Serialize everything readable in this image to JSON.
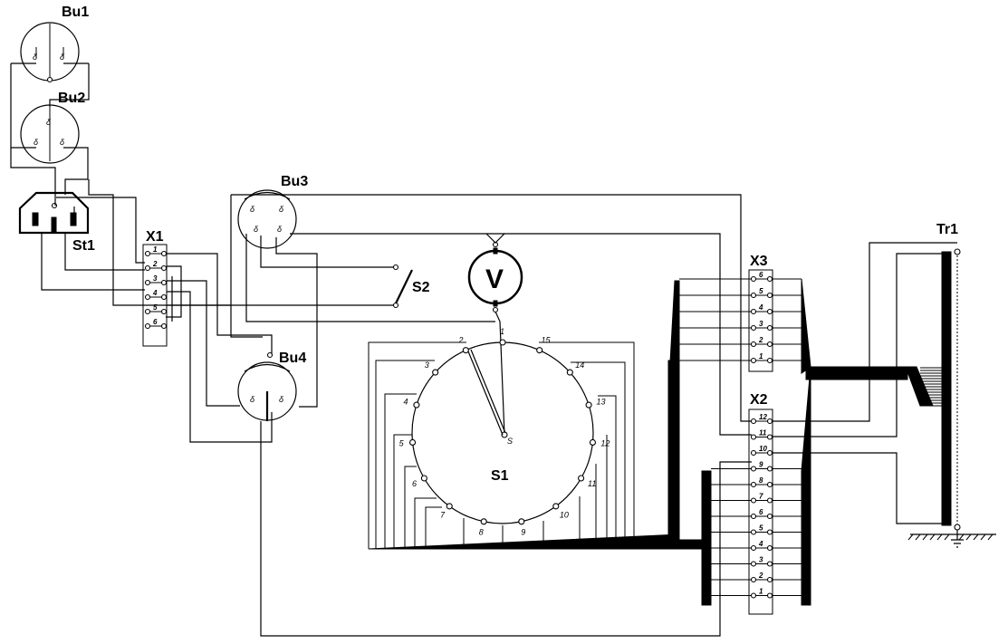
{
  "labels": {
    "bu1": "Bu1",
    "bu2": "Bu2",
    "bu3": "Bu3",
    "bu4": "Bu4",
    "st1": "St1",
    "x1": "X1",
    "x2": "X2",
    "x3": "X3",
    "s1": "S1",
    "s2": "S2",
    "tr1": "Tr1",
    "voltmeter": "V",
    "s1_wiper": "S"
  },
  "x1_pins": [
    "1",
    "2",
    "3",
    "4",
    "5",
    "6"
  ],
  "x3_pins": [
    "6",
    "5",
    "4",
    "3",
    "2",
    "1"
  ],
  "x2_pins": [
    "12",
    "11",
    "10",
    "9",
    "8",
    "7",
    "6",
    "5",
    "4",
    "3",
    "2",
    "1"
  ],
  "s1_positions": [
    "1",
    "2",
    "3",
    "4",
    "5",
    "6",
    "7",
    "8",
    "9",
    "10",
    "11",
    "12",
    "13",
    "14",
    "15"
  ]
}
